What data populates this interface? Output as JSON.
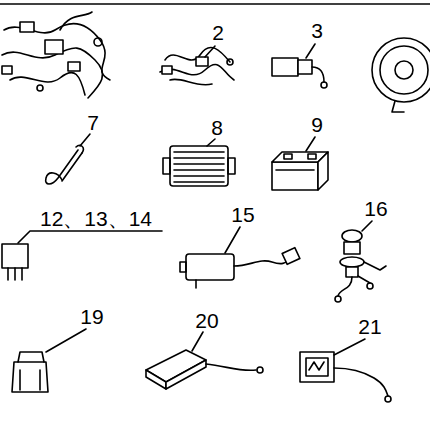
{
  "diagram": {
    "labels": [
      "2",
      "3",
      "7",
      "8",
      "9",
      "12、13、14",
      "15",
      "16",
      "19",
      "20",
      "21"
    ]
  }
}
